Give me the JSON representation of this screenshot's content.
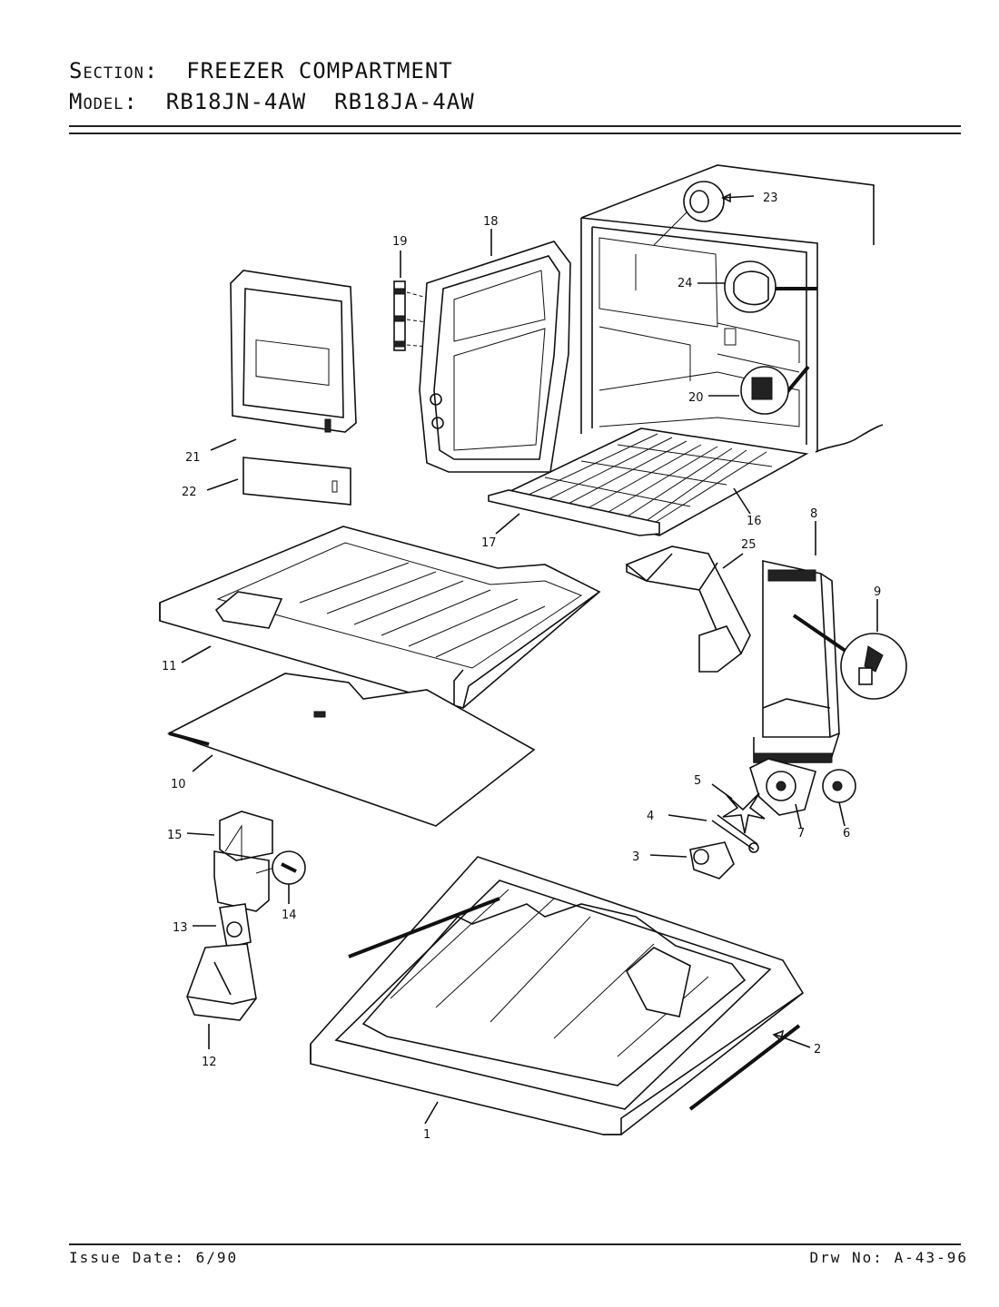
{
  "header": {
    "section_label": "Section:",
    "section_value": "FREEZER COMPARTMENT",
    "model_label": "Model:",
    "model_values": [
      "RB18JN-4AW",
      "RB18JA-4AW"
    ]
  },
  "footer": {
    "issue_date": "Issue Date: 6/90",
    "drawing_number": "Drw No: A-43-96"
  },
  "callouts": [
    "1",
    "2",
    "3",
    "4",
    "5",
    "6",
    "7",
    "8",
    "9",
    "10",
    "11",
    "12",
    "13",
    "14",
    "15",
    "16",
    "17",
    "18",
    "19",
    "20",
    "21",
    "22",
    "23",
    "24",
    "25"
  ]
}
